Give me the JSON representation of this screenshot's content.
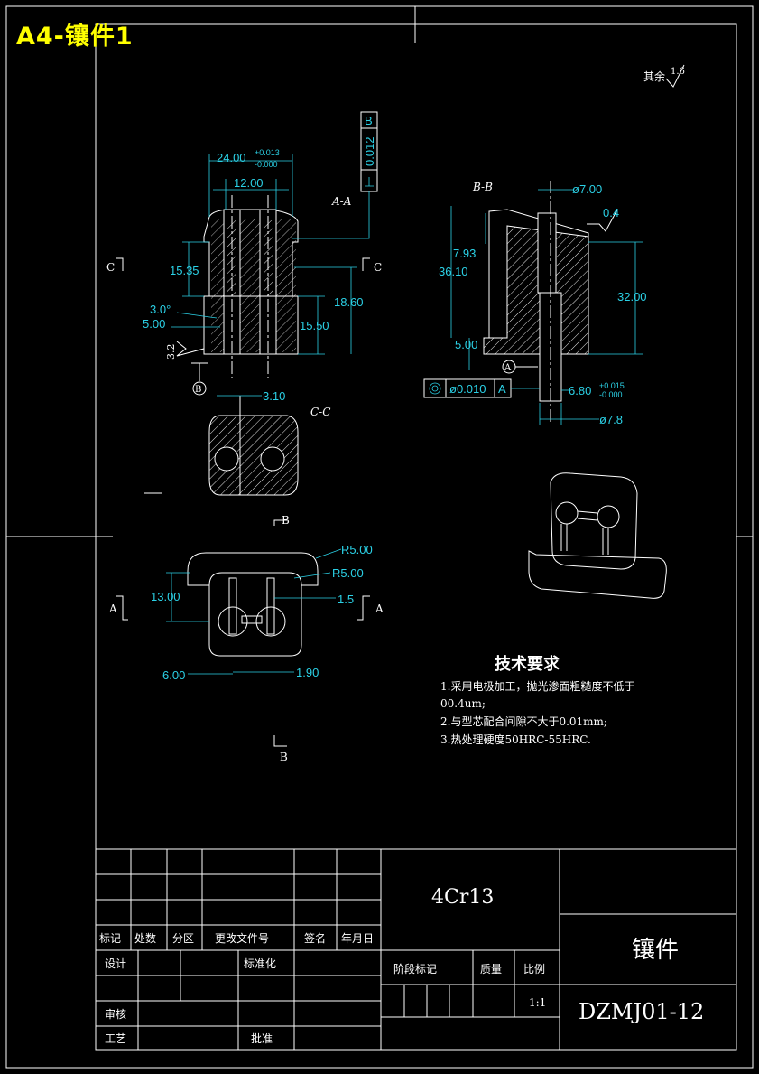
{
  "sheet": {
    "title": "A4-镶件1",
    "roughness_note": "其余",
    "roughness_value": "1.6"
  },
  "views": {
    "a_a_label": "A-A",
    "b_b_label": "B-B",
    "c_c_label": "C-C",
    "cut_a": "A",
    "cut_b": "B",
    "cut_c": "C",
    "datum_a": "A",
    "datum_b": "B"
  },
  "dims_left": {
    "d1_main": "24.00",
    "d1_tol_up": "+0.013",
    "d1_tol_dn": "-0.000",
    "d2": "12.00",
    "d3": "15.35",
    "d4": "18.60",
    "d5": "3.0°",
    "d6": "5.00",
    "d7": "15.50",
    "rough": "3.2",
    "d8": "3.10",
    "gtol_value": "0.012",
    "gtol_datum": "B"
  },
  "dims_right": {
    "d1": "ø7.00",
    "d2": "0.4",
    "d3": "7.93",
    "d4": "36.10",
    "d5": "32.00",
    "d6": "5.00",
    "d7_main": "6.80",
    "d7_tol_up": "+0.015",
    "d7_tol_dn": "-0.000",
    "d8": "ø7.8",
    "gtol_value": "ø0.010",
    "gtol_datum": "A"
  },
  "dims_plan": {
    "r1": "R5.00",
    "r2": "R5.00",
    "h": "13.00",
    "w1": "1.5",
    "w2": "6.00",
    "w3": "1.90"
  },
  "tech": {
    "heading": "技术要求",
    "line1": "1.采用电极加工，抛光渗面粗糙度不低于",
    "line1b": "00.4um;",
    "line2": "2.与型芯配合间隙不大于0.01mm;",
    "line3": "3.热处理硬度50HRC-55HRC."
  },
  "title_block": {
    "material": "4Cr13",
    "part_name": "镶件",
    "drawing_no": "DZMJ01-12",
    "col_mark": "标记",
    "col_count": "处数",
    "col_zone": "分区",
    "col_doc": "更改文件号",
    "col_sign": "签名",
    "col_date": "年月日",
    "design": "设计",
    "standard": "标准化",
    "stage": "阶段标记",
    "mass": "质量",
    "scale_label": "比例",
    "scale_value": "1:1",
    "review": "审核",
    "process": "工艺",
    "approve": "批准"
  }
}
